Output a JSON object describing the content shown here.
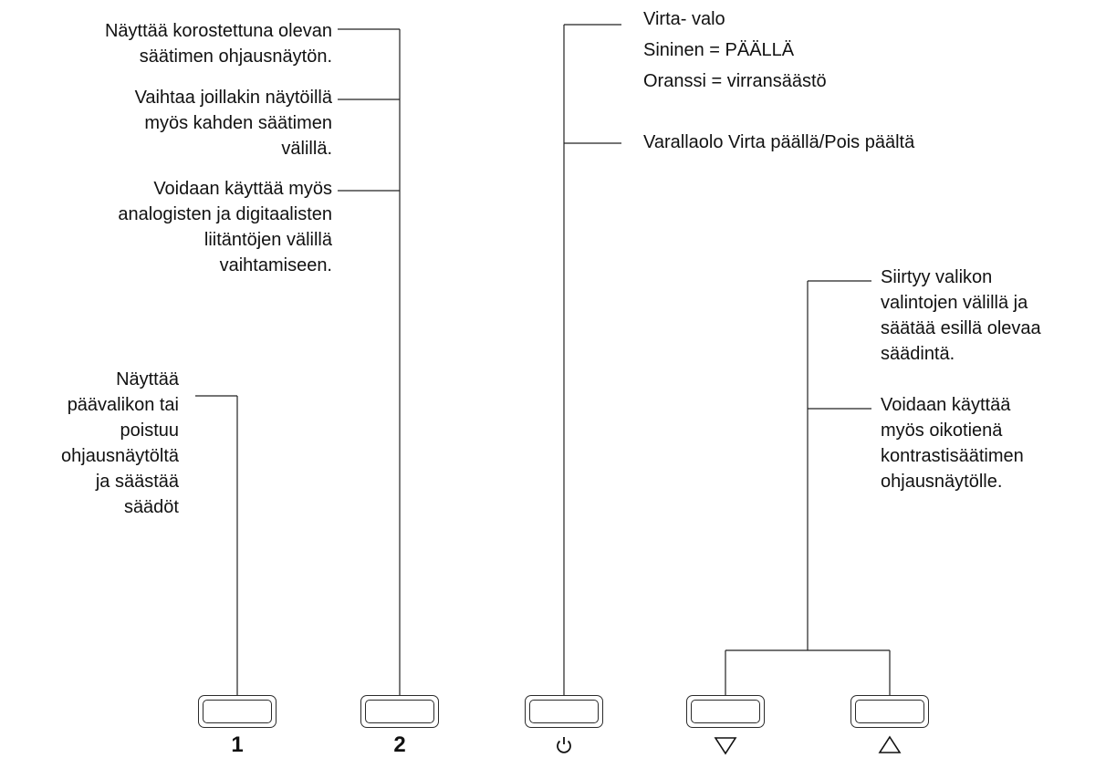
{
  "buttons": [
    {
      "label": "1",
      "description": [
        "Näyttää",
        "päävalikon tai",
        "poistuu",
        "ohjausnäytöltä",
        "ja säästää",
        "säädöt"
      ]
    },
    {
      "label": "2",
      "descriptions": [
        [
          "Näyttää korostettuna olevan",
          "säätimen ohjausnäytön."
        ],
        [
          "Vaihtaa joillakin näytöillä",
          "myös kahden säätimen",
          "välillä."
        ],
        [
          "Voidaan käyttää myös",
          "analogisten ja digitaalisten",
          "liitäntöjen välillä",
          "vaihtamiseen."
        ]
      ]
    },
    {
      "icon": "power-icon",
      "descriptions": [
        [
          "Virta- valo",
          "Sininen = PÄÄLLÄ",
          "Oranssi = virransäästö"
        ],
        [
          "Varallaolo Virta päällä/Pois päältä"
        ]
      ]
    },
    {
      "icon": "down-triangle-icon"
    },
    {
      "icon": "up-triangle-icon"
    }
  ],
  "arrow_buttons_descriptions": [
    [
      "Siirtyy valikon",
      "valintojen välillä ja",
      "säätää esillä olevaa",
      "säädintä."
    ],
    [
      "Voidaan käyttää",
      "myös oikotienä",
      "kontrastisäätimen",
      "ohjausnäytölle."
    ]
  ]
}
